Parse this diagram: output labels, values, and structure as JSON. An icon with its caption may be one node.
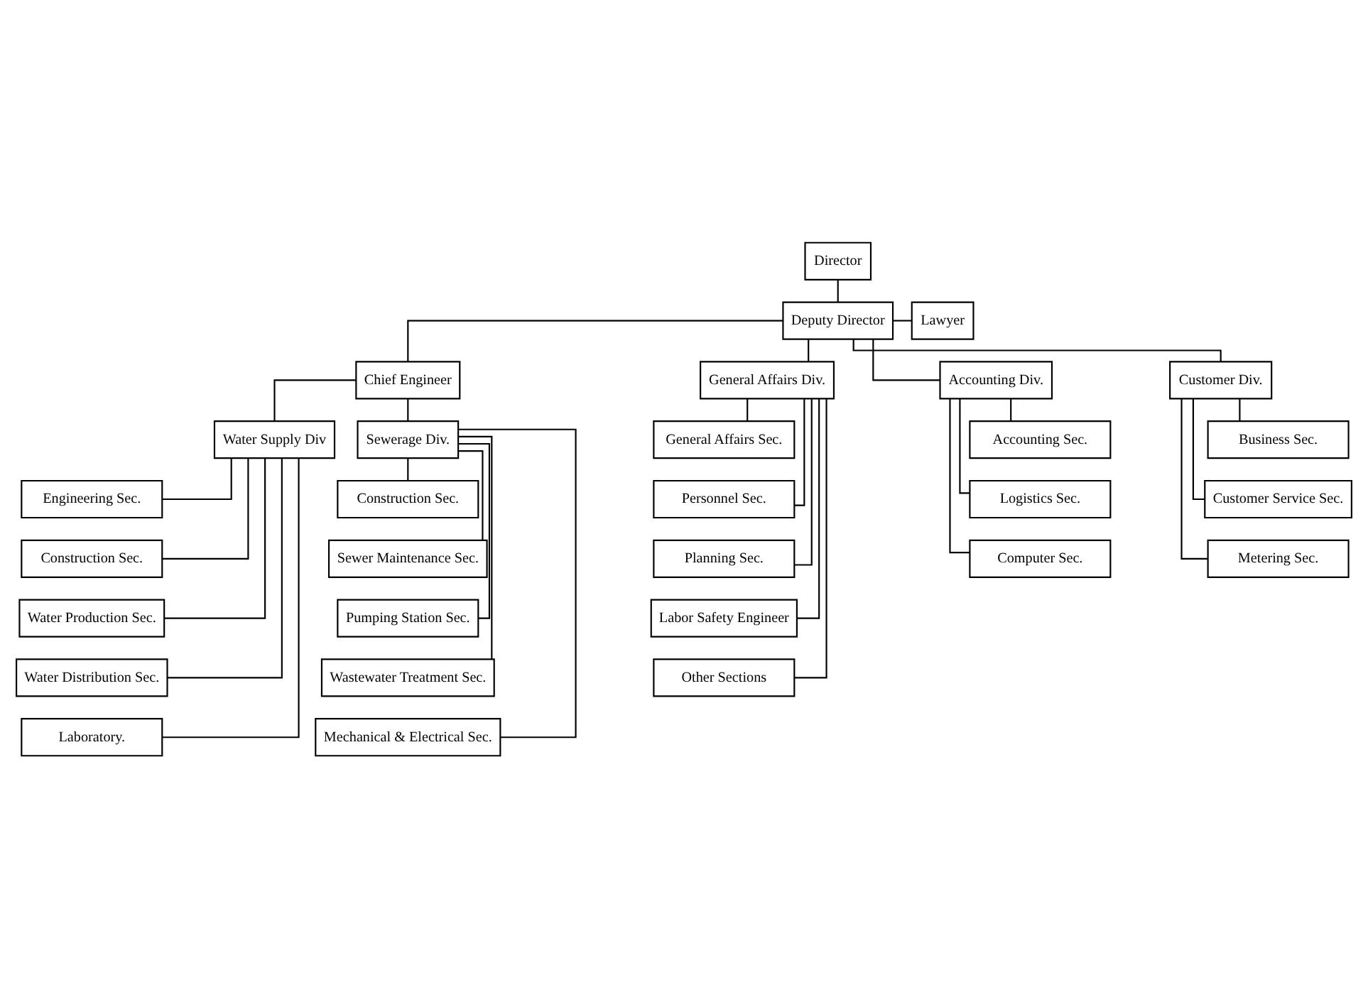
{
  "diagram": {
    "nodes": [
      {
        "text": [
          "Director"
        ]
      },
      {
        "text": [
          "Deputy Director"
        ]
      },
      {
        "text": [
          "Lawyer"
        ]
      },
      {
        "text": [
          "Chief Engineer"
        ]
      },
      {
        "text": [
          "General Affairs Div."
        ]
      },
      {
        "text": [
          "Accounting Div."
        ]
      },
      {
        "text": [
          "Customer Div."
        ]
      },
      {
        "text": [
          "Water Supply Div"
        ]
      },
      {
        "text": [
          "Sewerage Div."
        ]
      },
      {
        "text": [
          "General Affairs Sec."
        ]
      },
      {
        "text": [
          "Personnel Sec."
        ]
      },
      {
        "text": [
          "Planning Sec."
        ]
      },
      {
        "text": [
          "Labor Safety Engineer"
        ]
      },
      {
        "text": [
          "Other Sections"
        ]
      },
      {
        "text": [
          "Accounting Sec."
        ]
      },
      {
        "text": [
          "Logistics Sec."
        ]
      },
      {
        "text": [
          "Computer Sec."
        ]
      },
      {
        "text": [
          "Business Sec."
        ]
      },
      {
        "text": [
          "Customer Service Sec."
        ]
      },
      {
        "text": [
          "Metering Sec."
        ]
      },
      {
        "text": [
          "Engineering Sec."
        ]
      },
      {
        "text": [
          "Construction Sec."
        ]
      },
      {
        "text": [
          "Water Production Sec."
        ]
      },
      {
        "text": [
          "Water Distribution Sec."
        ]
      },
      {
        "text": [
          "Laboratory."
        ]
      },
      {
        "text": [
          "Construction Sec."
        ]
      },
      {
        "text": [
          "Sewer Maintenance Sec."
        ]
      },
      {
        "text": [
          "Pumping Station Sec."
        ]
      },
      {
        "text": [
          "Wastewater Treatment Sec."
        ]
      },
      {
        "text": [
          "Mechanical & Electrical Sec."
        ]
      }
    ],
    "edges": [
      {
        "from": 0,
        "to": 1,
        "arrow": "none"
      },
      {
        "from": 1,
        "to": 2,
        "arrow": "none"
      },
      {
        "from": 1,
        "to": 4,
        "arrow": "none"
      },
      {
        "from": 1,
        "to": 5,
        "arrow": "none"
      },
      {
        "from": 1,
        "to": 6,
        "arrow": "none"
      },
      {
        "from": 1,
        "to": 3,
        "arrow": "none"
      },
      {
        "from": 3,
        "to": 7,
        "arrow": "none"
      },
      {
        "from": 3,
        "to": 8,
        "arrow": "none"
      },
      {
        "from": 4,
        "to": 9,
        "arrow": "none"
      },
      {
        "from": 4,
        "to": 10,
        "arrow": "none"
      },
      {
        "from": 4,
        "to": 11,
        "arrow": "none"
      },
      {
        "from": 4,
        "to": 12,
        "arrow": "none"
      },
      {
        "from": 4,
        "to": 13,
        "arrow": "none"
      },
      {
        "from": 5,
        "to": 14,
        "arrow": "none"
      },
      {
        "from": 5,
        "to": 15,
        "arrow": "none"
      },
      {
        "from": 5,
        "to": 16,
        "arrow": "none"
      },
      {
        "from": 6,
        "to": 17,
        "arrow": "none"
      },
      {
        "from": 6,
        "to": 18,
        "arrow": "none"
      },
      {
        "from": 6,
        "to": 19,
        "arrow": "none"
      },
      {
        "from": 7,
        "to": 20,
        "arrow": "none"
      },
      {
        "from": 7,
        "to": 21,
        "arrow": "none"
      },
      {
        "from": 7,
        "to": 22,
        "arrow": "none"
      },
      {
        "from": 7,
        "to": 23,
        "arrow": "none"
      },
      {
        "from": 7,
        "to": 24,
        "arrow": "none"
      },
      {
        "from": 8,
        "to": 25,
        "arrow": "none"
      },
      {
        "from": 8,
        "to": 26,
        "arrow": "none"
      },
      {
        "from": 8,
        "to": 27,
        "arrow": "none"
      },
      {
        "from": 8,
        "to": 28,
        "arrow": "none"
      },
      {
        "from": 8,
        "to": 29,
        "arrow": "none"
      }
    ]
  }
}
